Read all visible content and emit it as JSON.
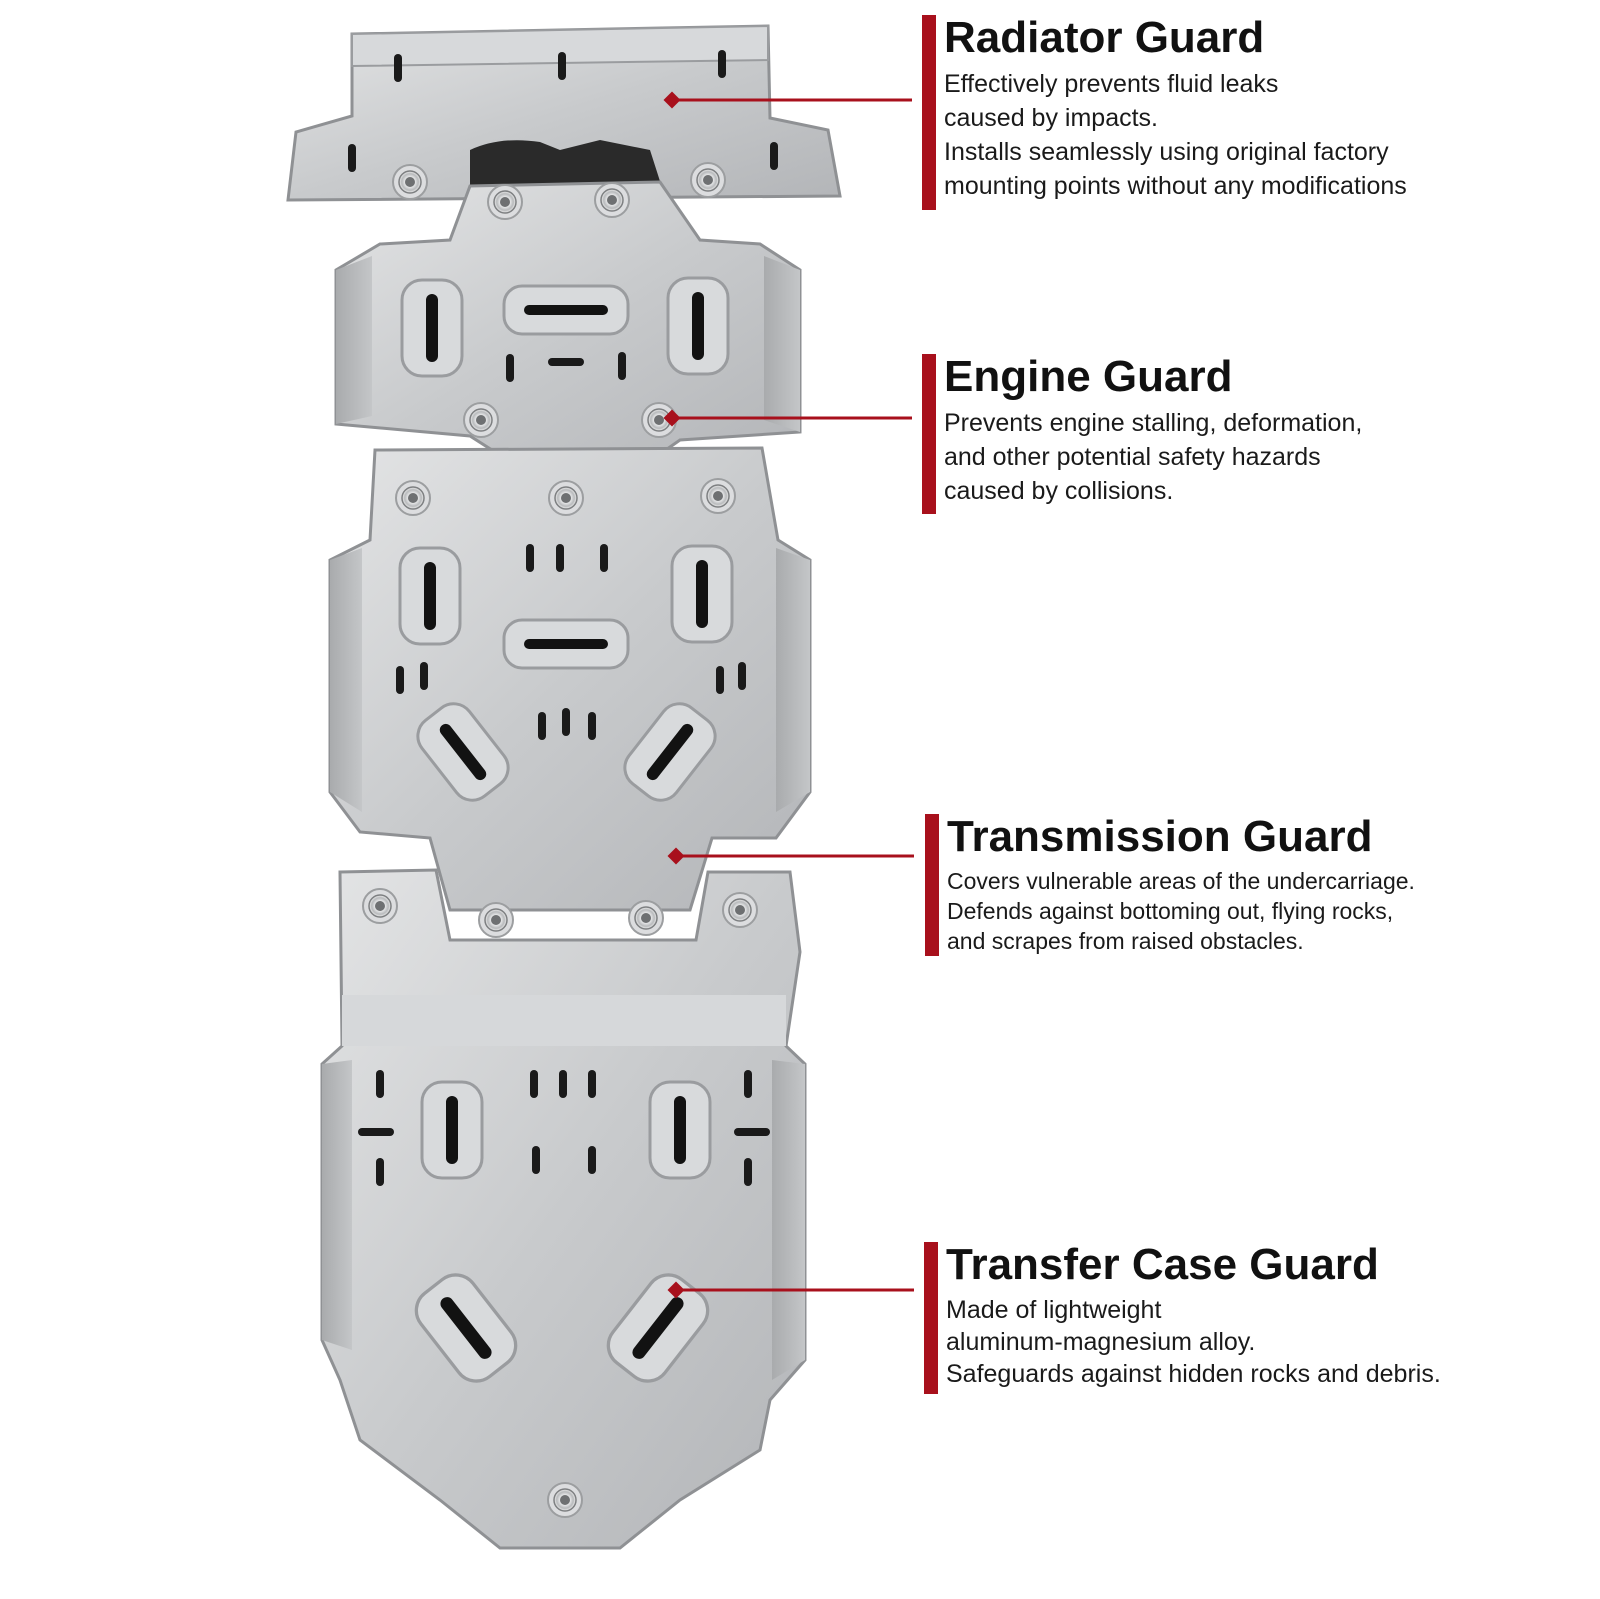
{
  "colors": {
    "accent": "#a8101c",
    "metal": "#c9cbcd",
    "background": "#ffffff"
  },
  "callouts": {
    "radiator": {
      "title": "Radiator Guard",
      "lines": [
        "Effectively prevents fluid leaks",
        "caused by impacts.",
        "Installs seamlessly using original factory",
        "mounting points without any modifications"
      ]
    },
    "engine": {
      "title": "Engine Guard",
      "lines": [
        "Prevents engine stalling, deformation,",
        "and other potential safety hazards",
        "caused by collisions."
      ]
    },
    "transmission": {
      "title": "Transmission Guard",
      "lines": [
        "Covers vulnerable areas of the undercarriage.",
        "Defends against bottoming out, flying rocks,",
        "and scrapes from raised obstacles."
      ]
    },
    "transfer": {
      "title": "Transfer Case Guard",
      "lines": [
        "Made of lightweight",
        "aluminum-magnesium alloy.",
        "Safeguards against hidden rocks and debris."
      ]
    }
  }
}
